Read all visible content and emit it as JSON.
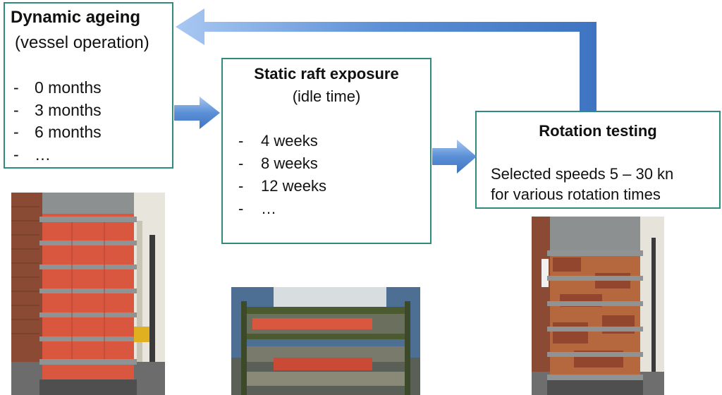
{
  "dynamic_ageing": {
    "title": "Dynamic ageing",
    "subtitle": "(vessel operation)",
    "items": [
      "0 months",
      "3 months",
      "6 months",
      "…"
    ]
  },
  "static_raft": {
    "title": "Static raft exposure",
    "subtitle": "(idle time)",
    "items": [
      "4 weeks",
      "8 weeks",
      "12 weeks",
      "…"
    ]
  },
  "rotation_testing": {
    "title": "Rotation testing",
    "line1": "Selected speeds 5 – 30 kn",
    "line2": "for various rotation times"
  },
  "list_marker": "-",
  "colors": {
    "box_border": "#2e8b7e",
    "arrow_fill": "#5b8fd6",
    "arrow_edge": "#9fc0ee",
    "coating_red": "#d9573f"
  }
}
